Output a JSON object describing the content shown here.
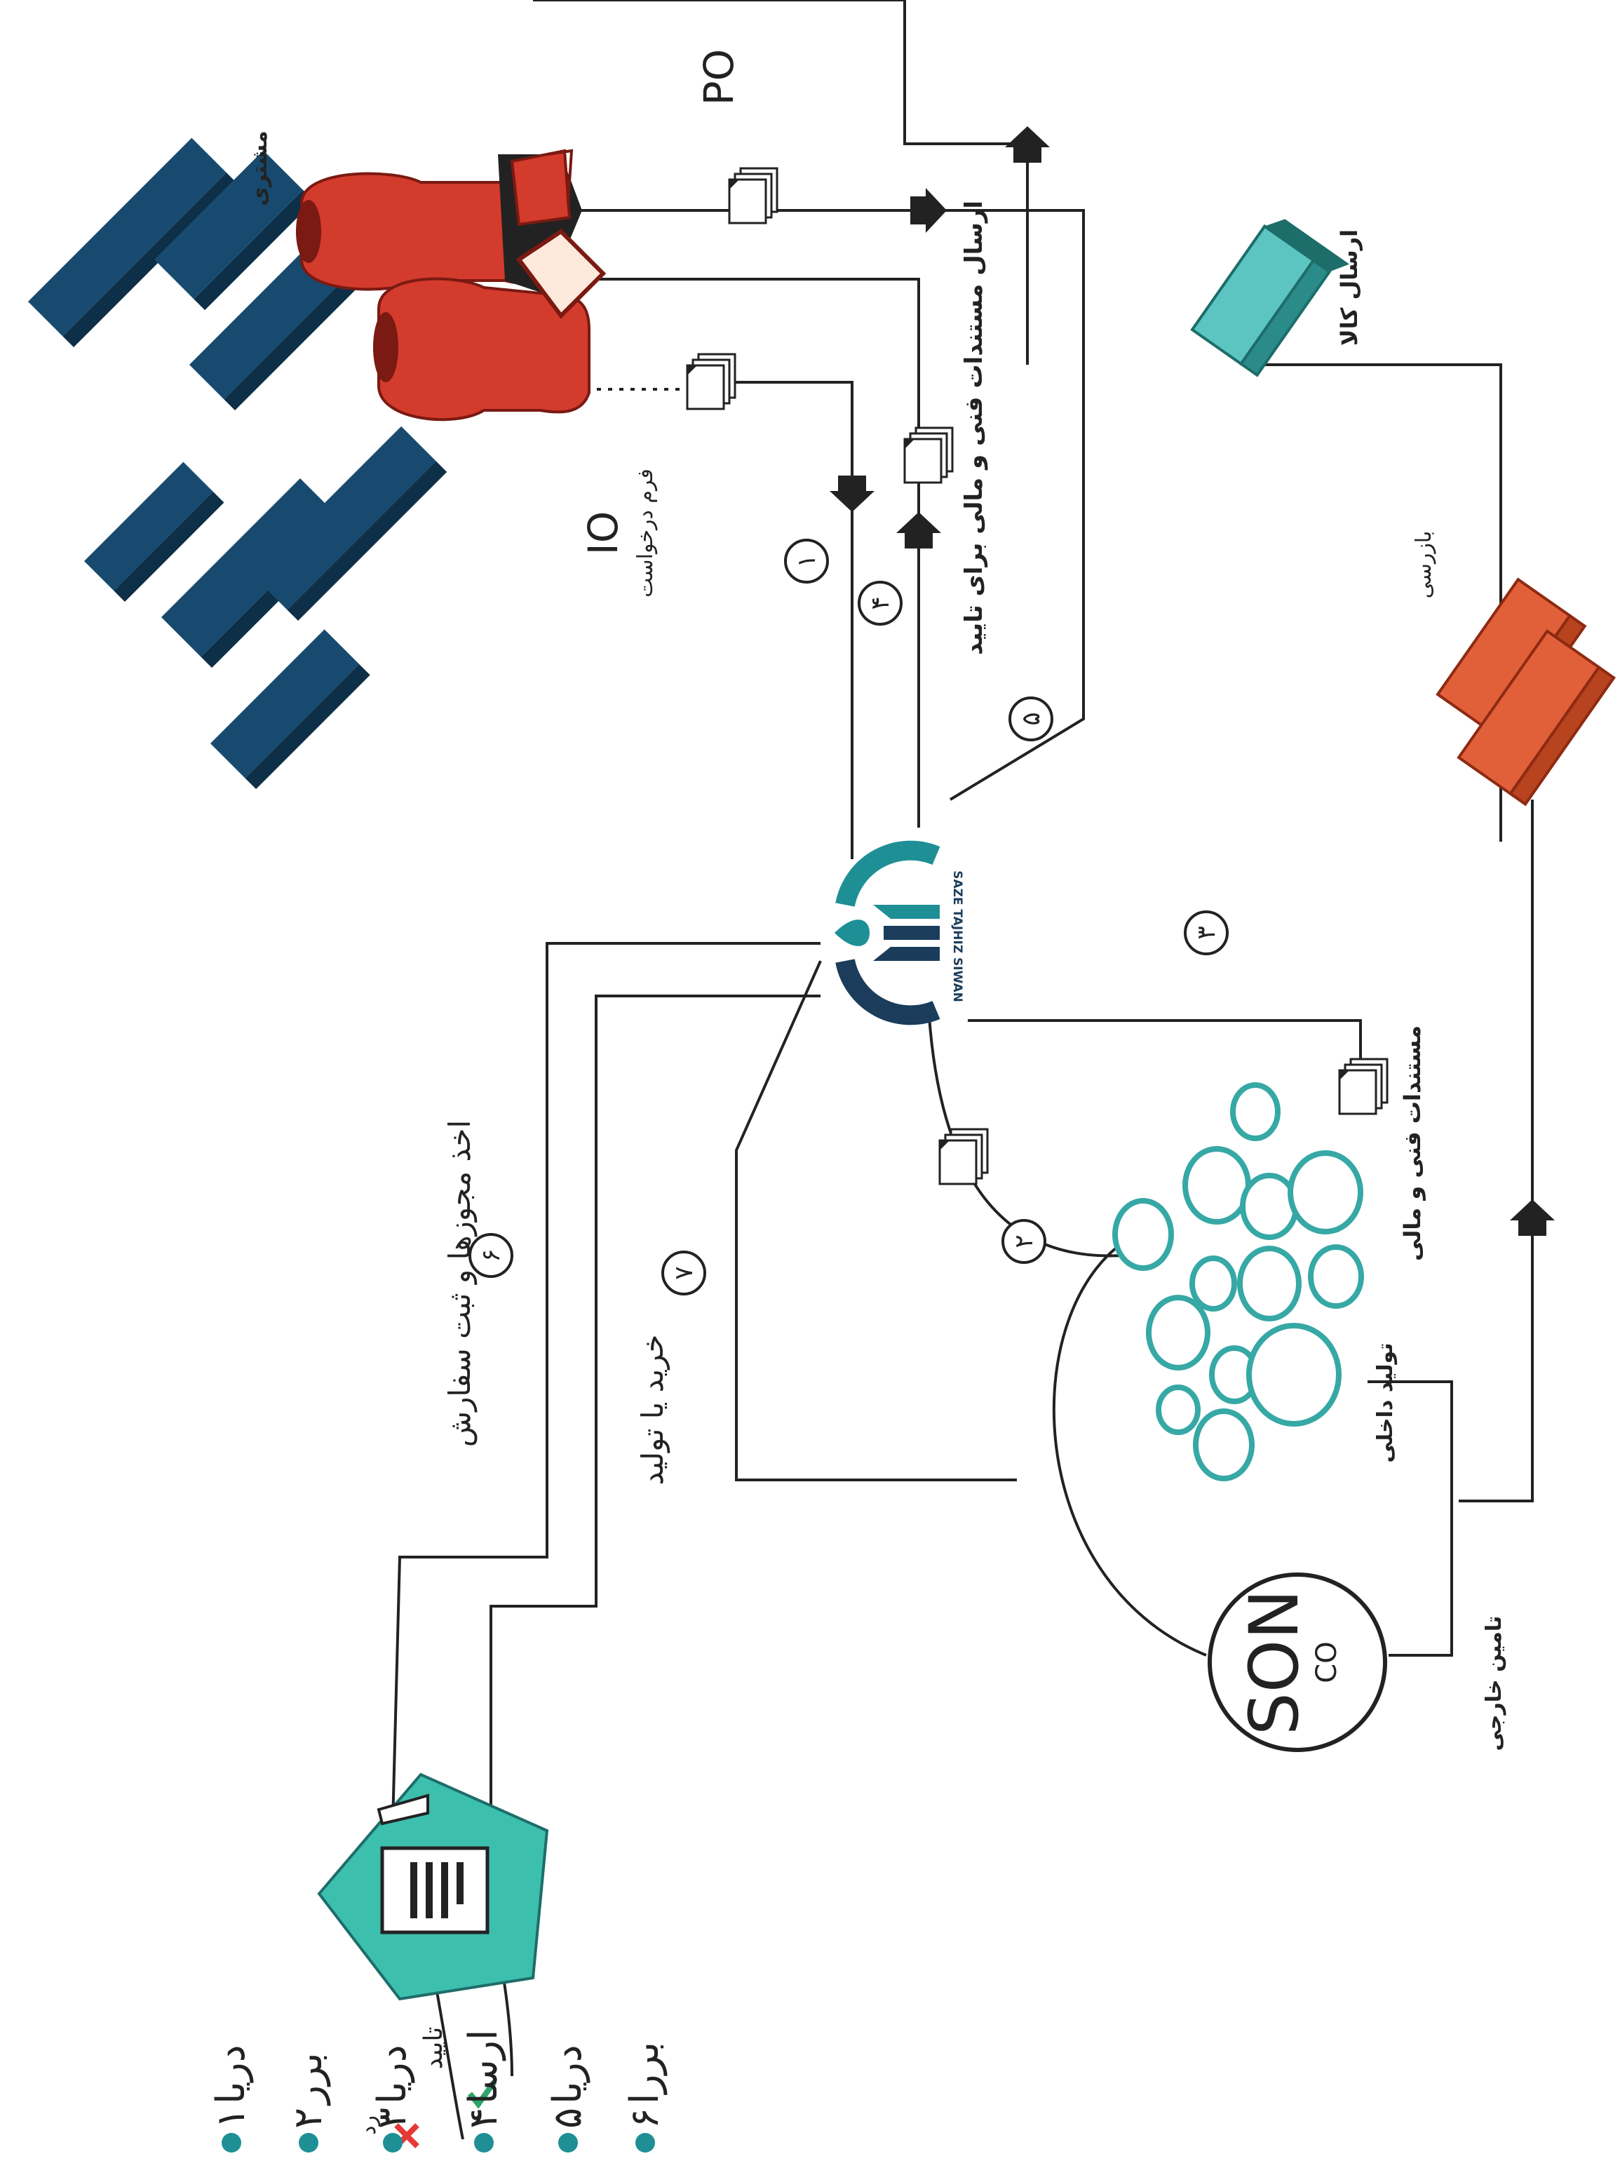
{
  "colors": {
    "line": "#222222",
    "customer_red": "#d33b2c",
    "customer_dark": "#7a1a12",
    "warehouse_navy": "#174a6e",
    "teal": "#36a8a5",
    "inspection_orange": "#e1603a",
    "logo_teal": "#1f8f96",
    "logo_navy": "#1b3d5b",
    "cross_red": "#e53935",
    "check_green": "#2fa36b"
  },
  "labels": {
    "customer": "مشتری",
    "po": "PO",
    "io": "IO",
    "request_form": "فرم درخواست",
    "docs_for_approval": "ارسال مستندات فنی و مالی برای تایید",
    "send_goods": "ارسال کالا",
    "inspection": "بازرسی",
    "tech_fin_docs": "مستندات فنی و مالی",
    "internal_production": "تولید داخلی",
    "external_supply": "تامین خارجی",
    "permits_order": "اخذ مجوزها و ثبت سفارش",
    "buy_or_produce": "خرید یا تولید",
    "approve": "تایید",
    "reject": "رد",
    "son": "SON",
    "co": "CO",
    "logo_text": "SAZE TAJHIZ SIWAN"
  },
  "steps": {
    "s1": "١",
    "s2": "٢",
    "s3": "٣",
    "s4": "۴",
    "s5": "۵",
    "s6": "۶",
    "s7": "٧"
  },
  "legend": [
    {
      "num": "١",
      "text": "دریا"
    },
    {
      "num": "٢",
      "text": "برر"
    },
    {
      "num": "٣",
      "text": "دریا"
    },
    {
      "num": "۴",
      "text": "ارسا"
    },
    {
      "num": "۵",
      "text": "دریا"
    },
    {
      "num": "۶",
      "text": "بررا"
    }
  ],
  "icons": {
    "document": "document-stack-icon",
    "arrow": "arrow-head-icon",
    "check": "check-icon",
    "cross": "cross-icon"
  }
}
